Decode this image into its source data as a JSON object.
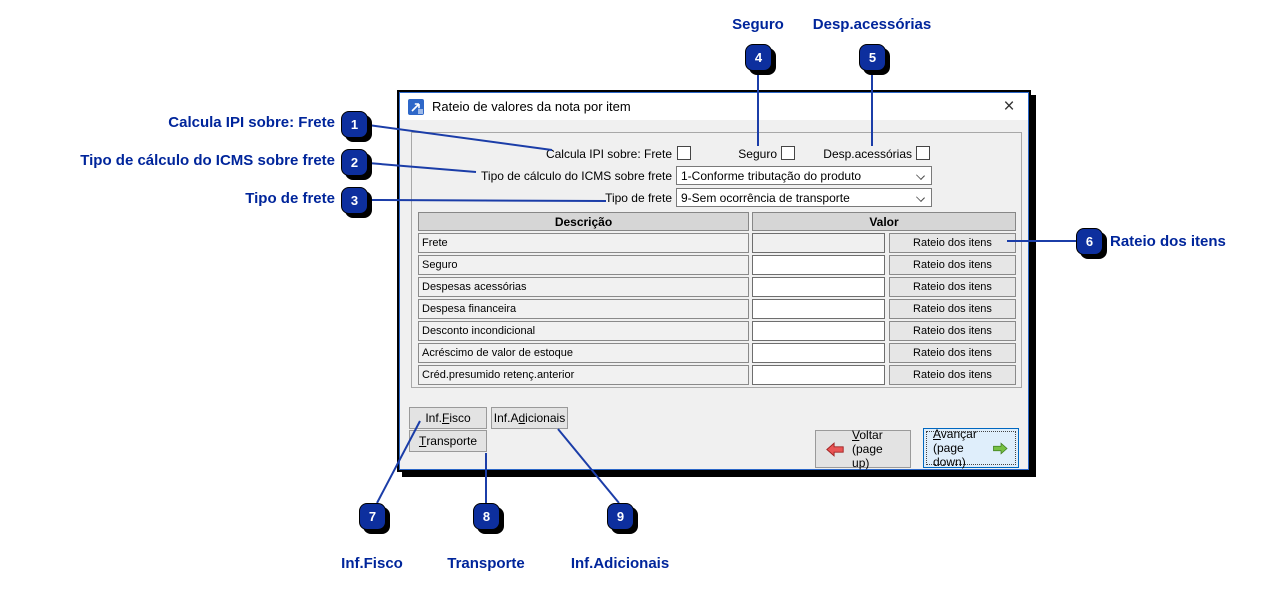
{
  "window": {
    "title": "Rateio de valores da nota por item",
    "close_glyph": "×",
    "checkboxes": [
      {
        "label": "Calcula IPI sobre: Frete",
        "checked": false
      },
      {
        "label": "Seguro",
        "checked": false
      },
      {
        "label": "Desp.acessórias",
        "checked": false
      }
    ],
    "selects": [
      {
        "label": "Tipo de cálculo do ICMS sobre frete",
        "value": "1-Conforme tributação do produto"
      },
      {
        "label": "Tipo de frete",
        "value": "9-Sem ocorrência de transporte"
      }
    ],
    "table": {
      "headers": [
        "Descrição",
        "Valor"
      ],
      "row_button_label": "Rateio dos itens",
      "rows": [
        {
          "label": "Frete",
          "value": ""
        },
        {
          "label": "Seguro",
          "value": ""
        },
        {
          "label": "Despesas acessórias",
          "value": ""
        },
        {
          "label": "Despesa financeira",
          "value": ""
        },
        {
          "label": "Desconto incondicional",
          "value": ""
        },
        {
          "label": "Acréscimo de valor de estoque",
          "value": ""
        },
        {
          "label": "Créd.presumido retenç.anterior",
          "value": ""
        }
      ]
    },
    "buttons": {
      "inf_fisco": {
        "pre": "Inf.",
        "key": "F",
        "post": "isco"
      },
      "inf_adicionais": {
        "pre": "Inf.A",
        "key": "d",
        "post": "icionais"
      },
      "transporte": {
        "pre": "",
        "key": "T",
        "post": "ransporte"
      },
      "voltar": {
        "key": "V",
        "post": "oltar",
        "sub": "(page up)"
      },
      "avancar": {
        "key": "A",
        "post": "vançar",
        "sub": "(page down)"
      }
    }
  },
  "annotations": {
    "items": [
      {
        "number": "1",
        "label": "Calcula IPI sobre: Frete"
      },
      {
        "number": "2",
        "label": "Tipo de cálculo do ICMS sobre frete"
      },
      {
        "number": "3",
        "label": "Tipo de frete"
      },
      {
        "number": "4",
        "label": "Seguro"
      },
      {
        "number": "5",
        "label": "Desp.acessórias"
      },
      {
        "number": "6",
        "label": "Rateio dos itens"
      },
      {
        "number": "7",
        "label": "Inf.Fisco"
      },
      {
        "number": "8",
        "label": "Transporte"
      },
      {
        "number": "9",
        "label": "Inf.Adicionais"
      }
    ]
  },
  "colors": {
    "badge": "#0d2f9e",
    "annotation_text": "#00259b",
    "connector_line": "#1b3da8",
    "window_accent_border": "#2a66c8",
    "avancar_border": "#0067c0",
    "avancar_bg": "#dfeefb",
    "voltar_arrow": "#e85454",
    "avancar_arrow": "#76c043"
  }
}
